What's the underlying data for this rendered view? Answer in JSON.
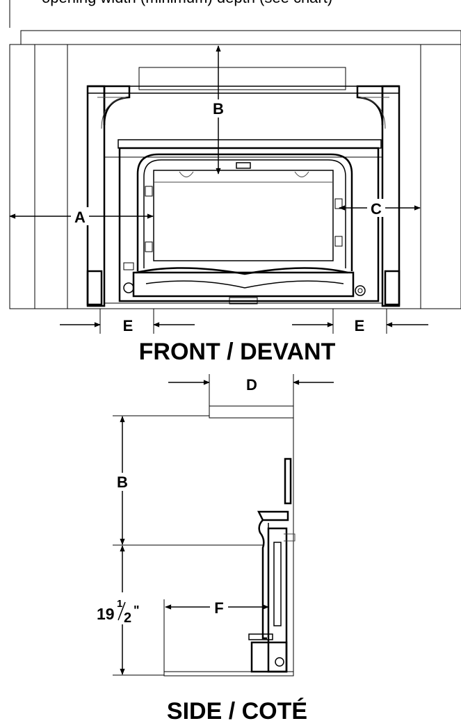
{
  "header_text": "opening width (minimum) depth (see chart)",
  "front_view": {
    "title": "FRONT / DEVANT",
    "labels": {
      "a": "A",
      "b": "B",
      "c": "C",
      "e_left": "E",
      "e_right": "E"
    }
  },
  "side_view": {
    "title": "SIDE / COTÉ",
    "labels": {
      "d": "D",
      "b": "B",
      "f": "F"
    },
    "height_whole": "19",
    "height_num": "1",
    "height_den": "2",
    "height_unit": "\""
  }
}
